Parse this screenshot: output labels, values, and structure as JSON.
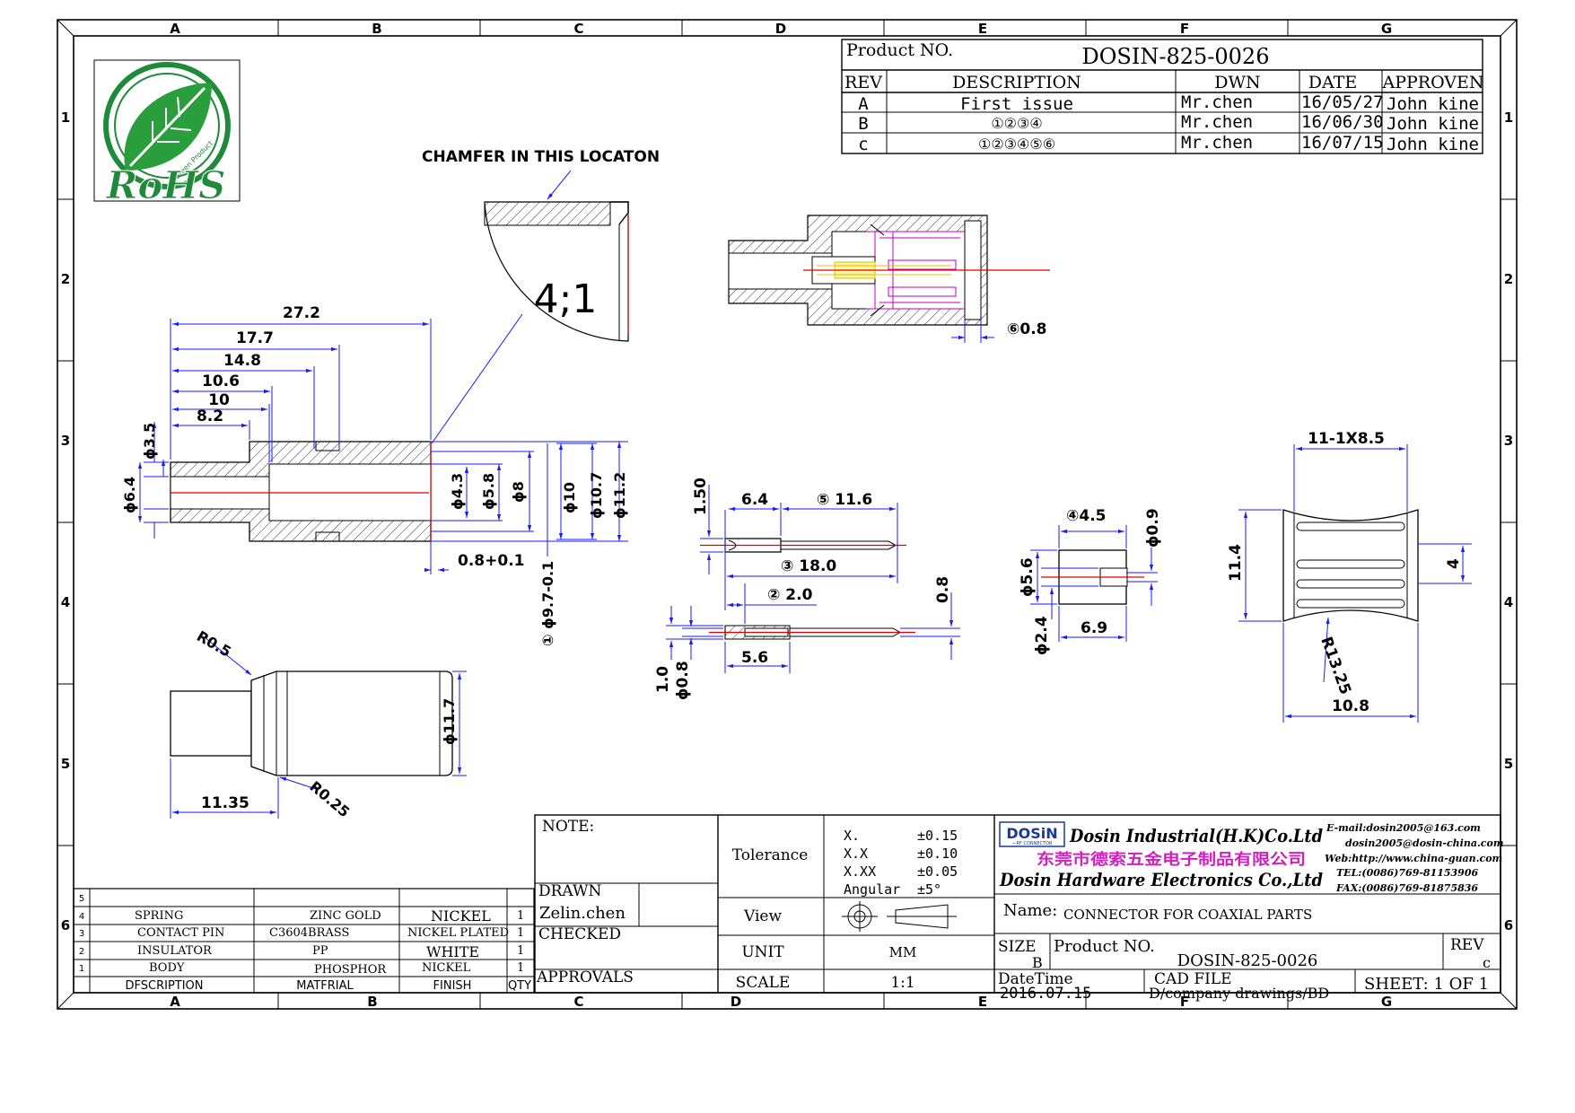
{
  "frame": {
    "col_labels": [
      "A",
      "B",
      "C",
      "D",
      "E",
      "F",
      "G"
    ],
    "row_labels": [
      "1",
      "2",
      "3",
      "4",
      "5",
      "6"
    ]
  },
  "logo": {
    "text": "RoHS",
    "subtext": "Green Product"
  },
  "revision_block": {
    "product_no_label": "Product NO.",
    "product_no": "DOSIN-825-0026",
    "headers": [
      "REV",
      "DESCRIPTION",
      "DWN",
      "DATE",
      "APPROVEN"
    ],
    "rows": [
      {
        "rev": "A",
        "description": "First issue",
        "dwn": "Mr.chen",
        "date": "16/05/27",
        "approven": "John kine"
      },
      {
        "rev": "B",
        "description": "①②③④",
        "dwn": "Mr.chen",
        "date": "16/06/30",
        "approven": "John kine"
      },
      {
        "rev": "c",
        "description": "①②③④⑤⑥",
        "dwn": "Mr.chen",
        "date": "16/07/15",
        "approven": "John kine"
      }
    ]
  },
  "annotations": {
    "chamfer_note": "CHAMFER IN THIS LOCATON",
    "detail_scale": "4;1"
  },
  "dims_main": {
    "d272": "27.2",
    "d177": "17.7",
    "d148": "14.8",
    "d106": "10.6",
    "d10": "10",
    "d82": "8.2",
    "phi35": "ϕ3.5",
    "phi64": "ϕ6.4",
    "phi43": "ϕ4.3",
    "phi58": "ϕ5.8",
    "phi8": "ϕ8",
    "phi10": "ϕ10",
    "phi107": "ϕ10.7",
    "phi112": "ϕ11.2",
    "d08tol": "0.8+0.1",
    "phi97": "① ϕ9.7-0.1"
  },
  "dims_side": {
    "r05": "R0.5",
    "r025": "R0.25",
    "d1135": "11.35",
    "phi117": "ϕ11.7"
  },
  "dims_pin": {
    "d150": "1.50",
    "d64": "6.4",
    "d116": "⑤ 11.6",
    "d180": "③ 18.0",
    "d20": "② 2.0",
    "d08": "0.8",
    "d56": "5.6",
    "d10": "1.0",
    "phi08": "ϕ0.8"
  },
  "dims_section": {
    "d08": "⑥0.8"
  },
  "dims_insulator": {
    "d45": "④4.5",
    "phi09": "ϕ0.9",
    "phi56": "ϕ5.6",
    "phi24": "ϕ2.4",
    "d69": "6.9"
  },
  "dims_spring": {
    "d11x85": "11-1X8.5",
    "d114": "11.4",
    "d4": "4",
    "r1325": "R13.25",
    "d108": "10.8"
  },
  "bom": {
    "rows": [
      {
        "no": "5",
        "desc": "",
        "mat": "",
        "finish": "",
        "qty": ""
      },
      {
        "no": "4",
        "desc": "SPRING",
        "mat": "ZINC GOLD",
        "finish": "NICKEL",
        "qty": "1"
      },
      {
        "no": "3",
        "desc": "CONTACT PIN",
        "mat": "C3604BRASS",
        "finish": "NICKEL PLATED",
        "qty": "1"
      },
      {
        "no": "2",
        "desc": "INSULATOR",
        "mat": "PP",
        "finish": "WHITE",
        "qty": "1"
      },
      {
        "no": "1",
        "desc": "BODY",
        "mat": "PHOSPHOR",
        "finish": "NICKEL",
        "qty": "1"
      }
    ],
    "headers": {
      "desc": "DFSCRIPTION",
      "mat": "MATFRIAL",
      "finish": "FINISH",
      "qty": "QTY"
    }
  },
  "title_block": {
    "note": "NOTE:",
    "drawn_label": "DRAWN",
    "drawn": "Zelin.chen",
    "checked_label": "CHECKED",
    "approvals_label": "APPROVALS",
    "tolerance_label": "Tolerance",
    "tol_x": "X.",
    "tol_x_val": "±0.15",
    "tol_xx": "X.X",
    "tol_xx_val": "±0.10",
    "tol_xxx": "X.XX",
    "tol_xxx_val": "±0.05",
    "tol_ang": "Angular",
    "tol_ang_val": "±5°",
    "view_label": "View",
    "unit_label": "UNIT",
    "unit": "MM",
    "scale_label": "SCALE",
    "scale": "1:1",
    "company_logo": "DOSiN",
    "company_logo_sub": "—RF CONNECTOR",
    "company_hk": "Dosin Industrial(H.K)Co.Ltd",
    "company_cn": "东莞市德索五金电子制品有限公司",
    "company_en": "Dosin Hardware Electronics Co.,Ltd",
    "email1": "E-mail:dosin2005@163.com",
    "email2": "dosin2005@dosin-china.com",
    "web": "Web:http://www.china-guan.com",
    "tel": "TEL:(0086)769-81153906",
    "fax": "FAX:(0086)769-81875836",
    "name_label": "Name:",
    "name": "CONNECTOR FOR COAXIAL PARTS",
    "size_label": "SIZE",
    "size": "B",
    "product_no_label": "Product NO.",
    "product_no": "DOSIN-825-0026",
    "rev_label": "REV",
    "rev": "c",
    "datetime_label": "DateTime",
    "datetime": "2016.07.15",
    "cad_label": "CAD FILE",
    "cad": "D/company drawings/BD",
    "sheet": "SHEET:  1 OF 1"
  }
}
